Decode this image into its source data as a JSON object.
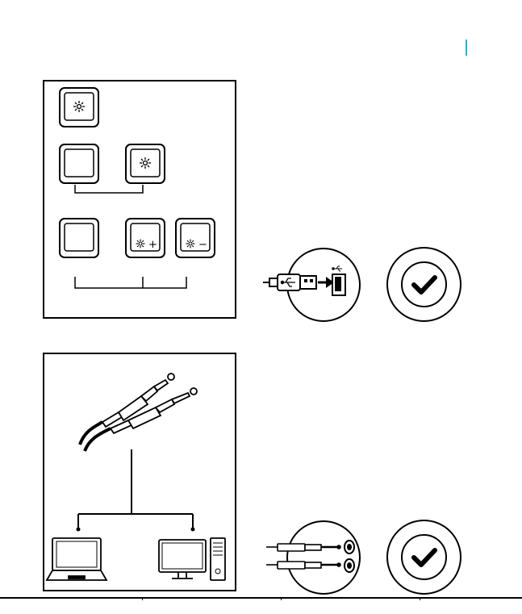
{
  "page": {
    "marker_color": "#1fb3d4"
  },
  "lighting_panel": {
    "keys": [
      {
        "name": "backlight-key-top",
        "icon": "sun-icon",
        "label": ""
      },
      {
        "name": "fn-key-left",
        "icon": "",
        "label": ""
      },
      {
        "name": "backlight-key-right",
        "icon": "sun-icon",
        "label": ""
      },
      {
        "name": "fn-key-bottom-left",
        "icon": "",
        "label": ""
      },
      {
        "name": "brightness-up-key",
        "icon": "sun-icon",
        "label": "+"
      },
      {
        "name": "brightness-down-key",
        "icon": "sun-icon",
        "label": "−"
      }
    ]
  },
  "usb_step": {
    "plug_icon": "usb-plug-icon",
    "port_icon": "usb-port-icon",
    "confirm_icon": "checkmark-icon"
  },
  "audio_panel": {
    "cable_icon": "audio-jack-cable-icon",
    "devices": [
      "laptop-icon",
      "desktop-pc-icon"
    ]
  },
  "audio_step": {
    "plug_icon": "audio-plugs-icon",
    "port_icon": "audio-ports-icon",
    "confirm_icon": "checkmark-icon"
  }
}
